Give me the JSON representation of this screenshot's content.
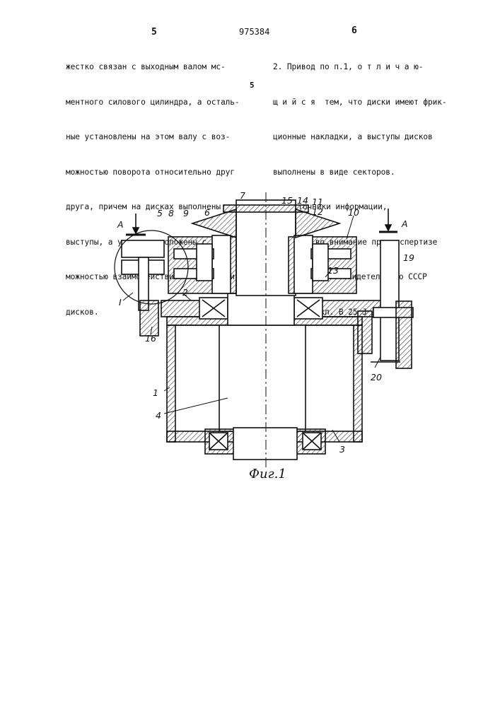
{
  "header": {
    "page_left": "5",
    "patent_number": "975384",
    "page_right": "6"
  },
  "left_column": {
    "lines": [
      "жестко связан с выходным валом мс-",
      "ментного силового цилиндра, а осталь-",
      "ные установлены на этом валу с воз-",
      "можностью поворота относительно друг",
      "друга, причем на дисках выполнены",
      "выступы, а упоры расположены с воз-",
      "можностью взаимодействия с выступами",
      "дисков."
    ]
  },
  "line_marker": "5",
  "right_column": {
    "lines": [
      "2. Привод по п.1, о т л и ч а ю-",
      "щ и й с я  тем, что диски имеют фрик-",
      "ционные накладки, а выступы дисков",
      "выполнены в виде секторов.",
      "Источники информации,",
      "принятые во внимание при экспертизе",
      "1. Авторское свидетельство СССР",
      "№ 611774, кл. В 25 Ј 11/00."
    ]
  },
  "figure": {
    "caption": "Фиг.1",
    "labels": {
      "l1": "1",
      "l2": "2",
      "l3": "3",
      "l4": "4",
      "l5": "5",
      "l6": "6",
      "l7": "7",
      "l8": "8",
      "l9": "9",
      "l10": "10",
      "l11": "11",
      "l12": "12",
      "l13": "13",
      "l14": "14",
      "l15": "15",
      "l16": "16",
      "l19": "19",
      "l20": "20",
      "lA1": "А",
      "lA2": "А",
      "lI": "I"
    }
  }
}
